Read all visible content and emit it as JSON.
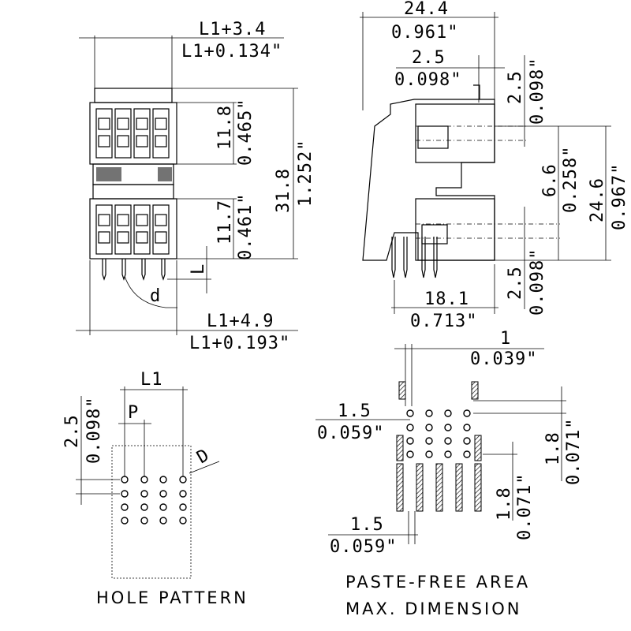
{
  "side_view": {
    "width_mm": "L1+3.4",
    "width_in": "L1+0.134\"",
    "upper_height_mm": "11.8",
    "upper_height_in": "0.465\"",
    "total_height_mm": "31.8",
    "total_height_in": "1.252\"",
    "lower_height_mm": "11.7",
    "lower_height_in": "0.461\"",
    "pin_length": "L",
    "pin_dia": "d",
    "overall_mm": "L1+4.9",
    "overall_in": "L1+0.193\""
  },
  "end_view": {
    "width_mm": "24.4",
    "width_in": "0.961\"",
    "offset_mm": "2.5",
    "offset_in": "0.098\"",
    "top_off_mm": "2.5",
    "top_off_in": "0.098\"",
    "mid_mm": "6.6",
    "mid_in": "0.258\"",
    "height_mm": "24.6",
    "height_in": "0.967\"",
    "bottom_off_mm": "2.5",
    "bottom_off_in": "0.098\"",
    "depth_mm": "18.1",
    "depth_in": "0.713\""
  },
  "hole_pattern": {
    "caption": "HOLE PATTERN",
    "l1": "L1",
    "p": "P",
    "d": "D",
    "row_mm": "2.5",
    "row_in": "0.098\""
  },
  "paste_free": {
    "caption_line1": "PASTE-FREE AREA",
    "caption_line2": "MAX. DIMENSION",
    "top_mm": "1",
    "top_in": "0.039\"",
    "left_mm": "1.5",
    "left_in": "0.059\"",
    "right_mm": "1.8",
    "right_in": "0.071\"",
    "bottom_right_mm": "1.8",
    "bottom_right_in": "0.071\"",
    "bottom_left_mm": "1.5",
    "bottom_left_in": "0.059\""
  }
}
